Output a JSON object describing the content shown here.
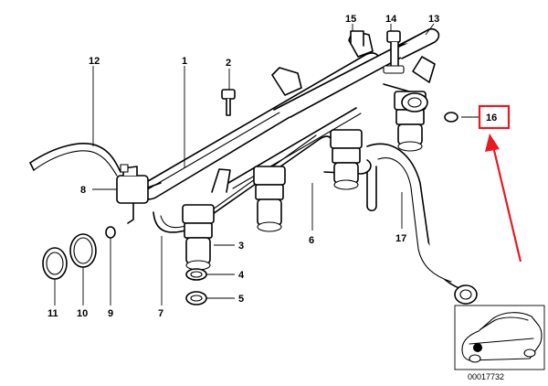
{
  "diagram": {
    "part_numbers": {
      "p1": "1",
      "p2": "2",
      "p3": "3",
      "p4": "4",
      "p5": "5",
      "p6": "6",
      "p7": "7",
      "p8": "8",
      "p9": "9",
      "p10": "10",
      "p11": "11",
      "p12": "12",
      "p13": "13",
      "p14": "14",
      "p15": "15",
      "p16": "16",
      "p17": "17"
    },
    "highlighted_part": "16",
    "highlight_color": "#e8191f",
    "line_color": "#000000",
    "reference_code": "00017732"
  }
}
